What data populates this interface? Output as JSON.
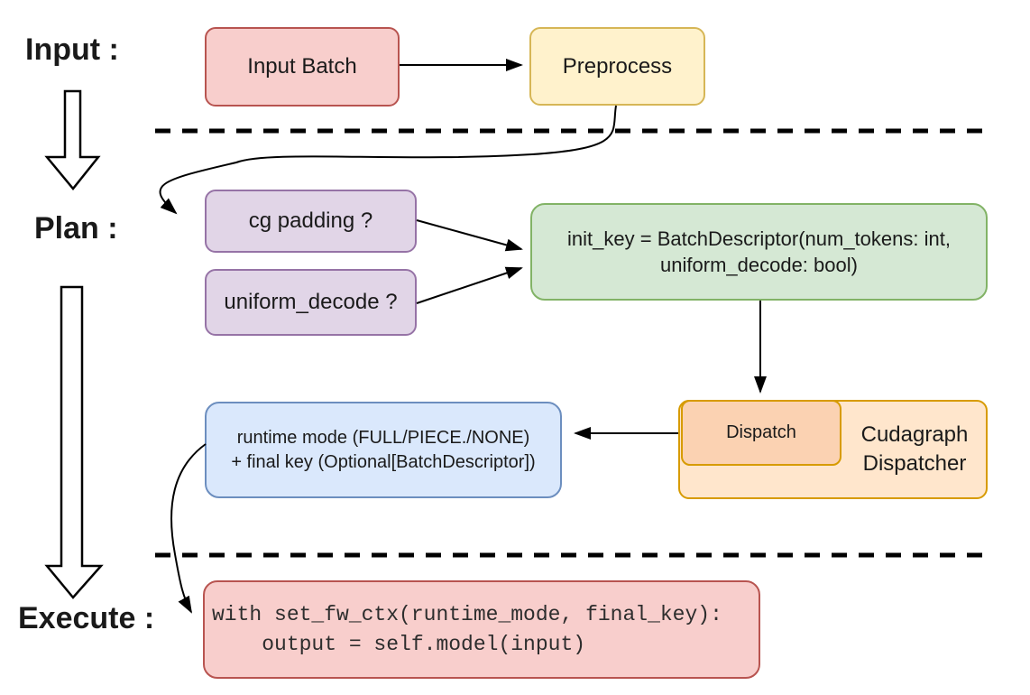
{
  "stages": [
    {
      "label": "Input :"
    },
    {
      "label": "Plan :"
    },
    {
      "label": "Execute :"
    }
  ],
  "nodes": {
    "input_batch": {
      "label": "Input Batch",
      "fill": "#f8cecc",
      "border": "#b85450"
    },
    "preprocess": {
      "label": "Preprocess",
      "fill": "#fff2cc",
      "border": "#d6b656"
    },
    "cg_padding": {
      "label": "cg padding ?",
      "fill": "#e1d5e7",
      "border": "#9673a6"
    },
    "uniform_decode": {
      "label": "uniform_decode ?",
      "fill": "#e1d5e7",
      "border": "#9673a6"
    },
    "init_key": {
      "label": "init_key = BatchDescriptor(num_tokens: int,\nuniform_decode: bool)",
      "fill": "#d5e8d4",
      "border": "#82b366"
    },
    "dispatch": {
      "label": "Dispatch",
      "fill": "#fbd2b2",
      "border": "#d79b00"
    },
    "cudagraph_dispatcher": {
      "label": "Cudagraph\nDispatcher",
      "fill": "#ffe6cc",
      "border": "#d79b00"
    },
    "runtime_mode": {
      "label": "runtime mode (FULL/PIECE./NONE)\n+ final key (Optional[BatchDescriptor])",
      "fill": "#dae8fc",
      "border": "#6c8ebf"
    },
    "execute_code": {
      "label": "with set_fw_ctx(runtime_mode, final_key):\n    output = self.model(input)",
      "fill": "#f8cecc",
      "border": "#b85450"
    }
  },
  "connector_color": "#000000"
}
